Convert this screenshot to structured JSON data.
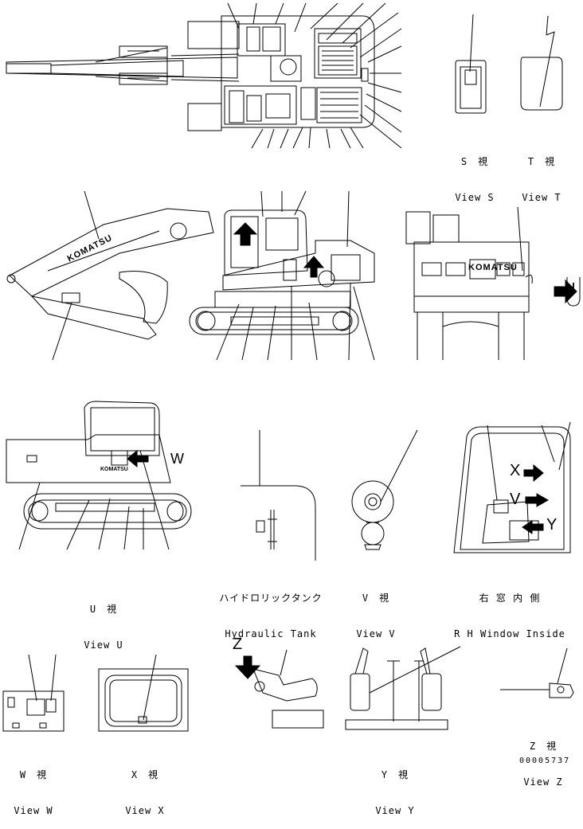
{
  "brand_label": "KOMATSU",
  "views": {
    "s": {
      "jp": "S　視",
      "en": "View S"
    },
    "t": {
      "jp": "T　視",
      "en": "View T"
    },
    "u": {
      "jp": "U　視",
      "en": "View U"
    },
    "v": {
      "jp": "V　視",
      "en": "View V"
    },
    "w": {
      "jp": "W　視",
      "en": "View W"
    },
    "x": {
      "jp": "X　視",
      "en": "View X"
    },
    "y": {
      "jp": "Y　視",
      "en": "View Y"
    },
    "z": {
      "jp": "Z　視",
      "en": "View Z"
    },
    "tank": {
      "jp": "ハイドロリックタンク",
      "en": "Hydraulic Tank"
    },
    "window": {
      "jp": "右 窓 内 側",
      "en": "R H Window Inside"
    }
  },
  "view_letters": {
    "u": "U",
    "w": "W",
    "x": "X",
    "v": "V",
    "y": "Y",
    "z": "Z"
  },
  "doc_number": "00005737"
}
